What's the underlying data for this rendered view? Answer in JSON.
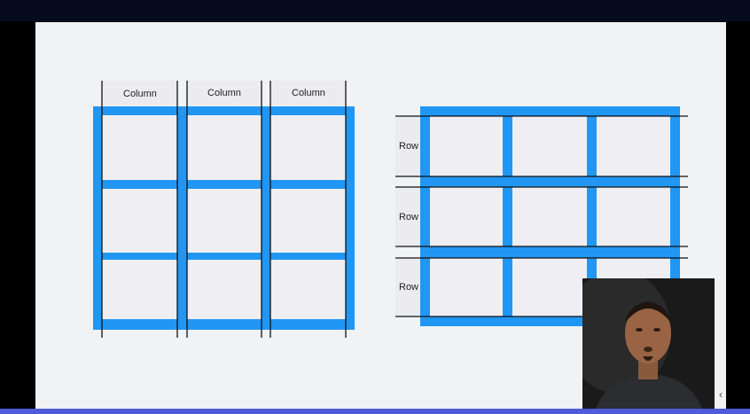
{
  "column_diagram": {
    "labels": [
      "Column",
      "Column",
      "Column"
    ]
  },
  "row_diagram": {
    "labels": [
      "Row",
      "Row",
      "Row"
    ]
  },
  "colors": {
    "grid_blue": "#2196f3",
    "cell_bg": "#efeff3",
    "line": "#111111",
    "slide_bg": "#f1f2f4",
    "bottom_bar": "#4f5bd8"
  },
  "icons": {
    "scroll": "chevron-left-icon"
  },
  "controls": {
    "scroll_glyph": "‹"
  }
}
